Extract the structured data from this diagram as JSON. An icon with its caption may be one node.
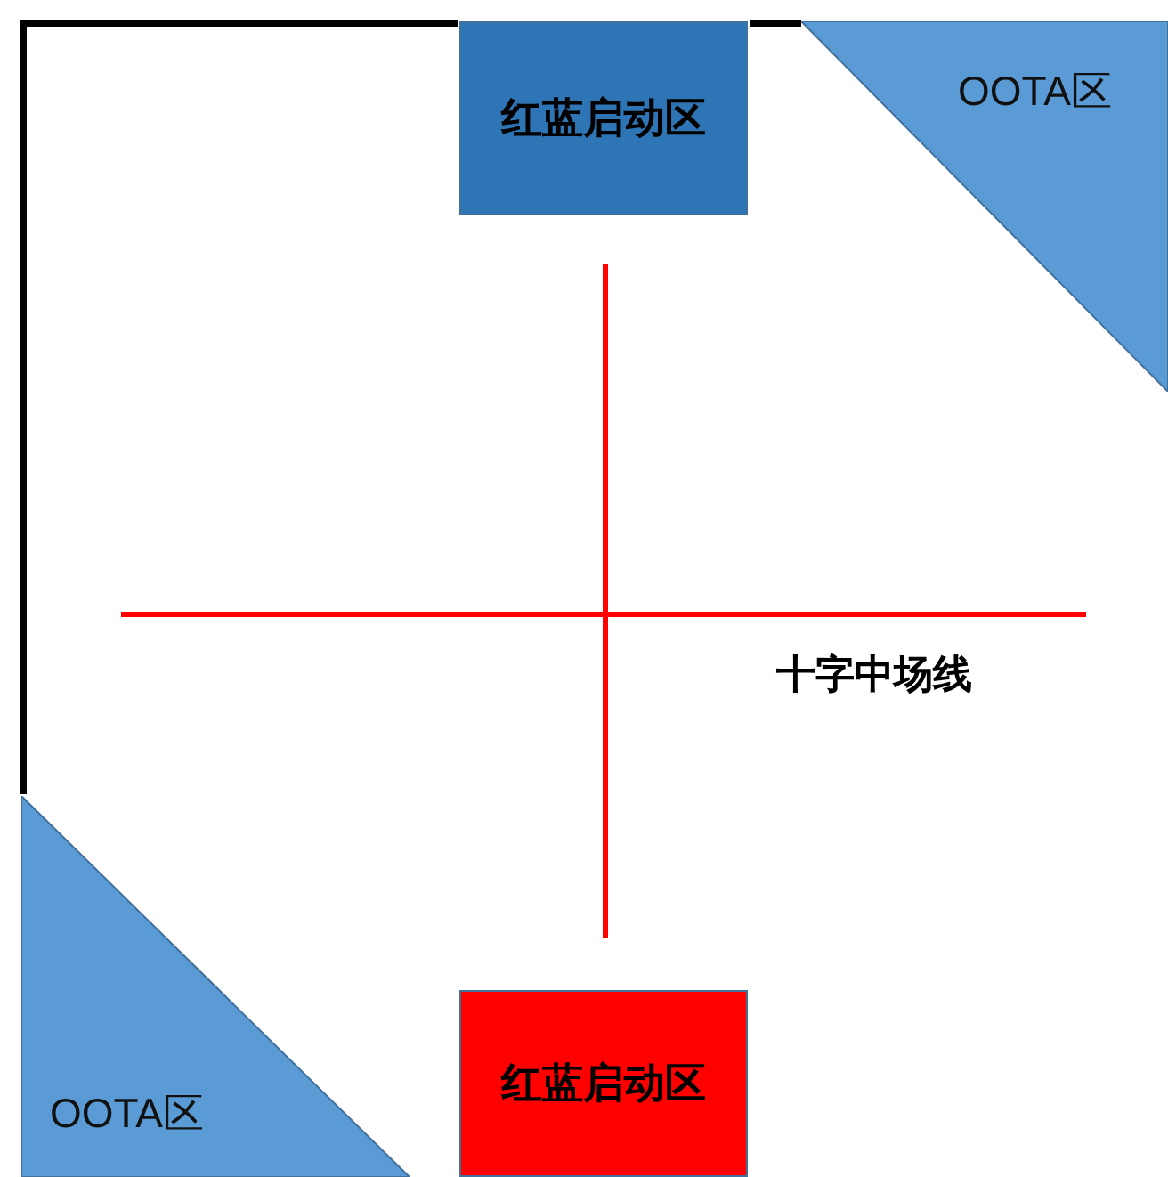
{
  "diagram": {
    "nodes": [
      {
        "text": [
          "红蓝启动区"
        ]
      },
      {
        "text": [
          "OOTA区"
        ]
      },
      {
        "text": [
          "OOTA区"
        ]
      },
      {
        "text": [
          "红蓝启动区"
        ]
      }
    ],
    "labels": [
      "十字中场线"
    ]
  }
}
